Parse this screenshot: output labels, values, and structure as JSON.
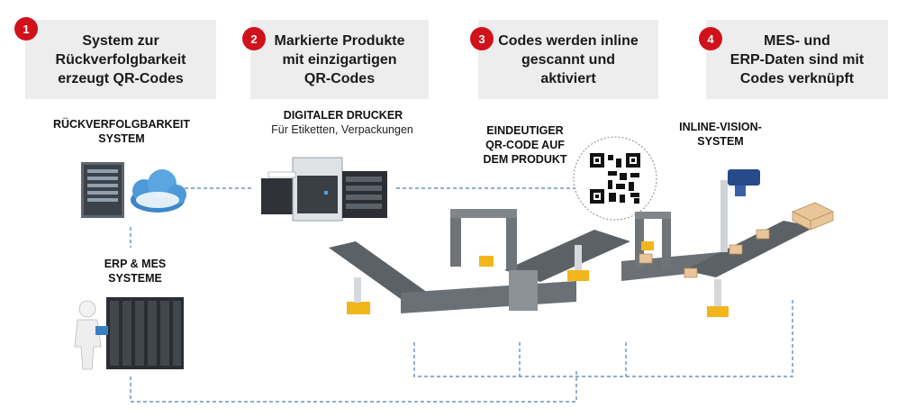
{
  "steps": [
    {
      "number": "1",
      "title_lines": [
        "System zur",
        "Rückverfolgbarkeit",
        "erzeugt QR-Codes"
      ]
    },
    {
      "number": "2",
      "title_lines": [
        "Markierte Produkte",
        "mit einzigartigen",
        "QR-Codes"
      ]
    },
    {
      "number": "3",
      "title_lines": [
        "Codes werden inline",
        "gescannt und",
        "aktiviert"
      ]
    },
    {
      "number": "4",
      "title_lines": [
        "MES- und",
        "ERP-Daten sind mit",
        "Codes verknüpft"
      ]
    }
  ],
  "labels": {
    "traceability_lines": [
      "RÜCKVERFOLGBARKEIT",
      "SYSTEM"
    ],
    "printer_title": "DIGITALER DRUCKER",
    "printer_sub": "Für Etiketten, Verpackungen",
    "qr_lines": [
      "EINDEUTIGER",
      "QR-CODE AUF",
      "DEM PRODUKT"
    ],
    "vision_lines": [
      "INLINE-VISION-",
      "SYSTEM"
    ],
    "erp_lines": [
      "ERP & MES",
      "SYSTEME"
    ]
  },
  "colors": {
    "accent": "#d0121b",
    "box_bg": "#ededed",
    "connector": "#4a7fb5",
    "conveyor": "#5c6166",
    "robot": "#f2b51c"
  },
  "icons": [
    "server-cloud-icon",
    "printer-icon",
    "qr-code-icon",
    "vision-camera-icon",
    "server-rack-icon",
    "person-icon",
    "robot-arm-icon",
    "box-icon"
  ]
}
